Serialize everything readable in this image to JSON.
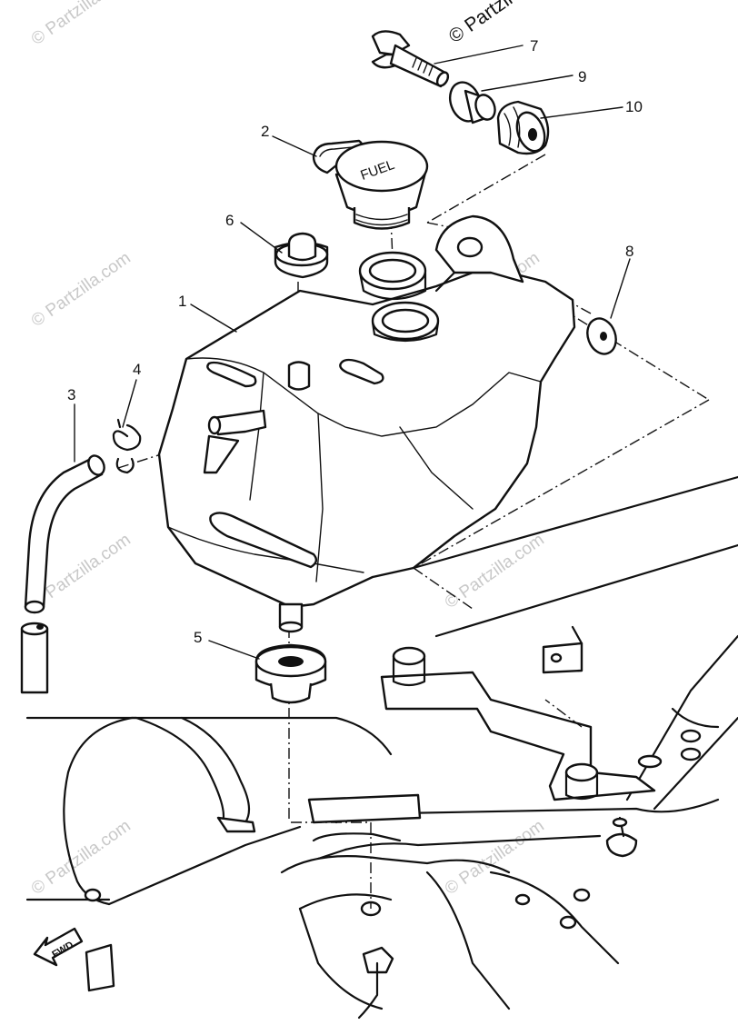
{
  "watermark": {
    "text": "© Partzilla.com",
    "top_text": "© Partzil"
  },
  "callouts": [
    "1",
    "2",
    "3",
    "4",
    "5",
    "6",
    "7",
    "8",
    "9",
    "10"
  ],
  "fwd_label": "FWD",
  "cap_text": "FUEL"
}
